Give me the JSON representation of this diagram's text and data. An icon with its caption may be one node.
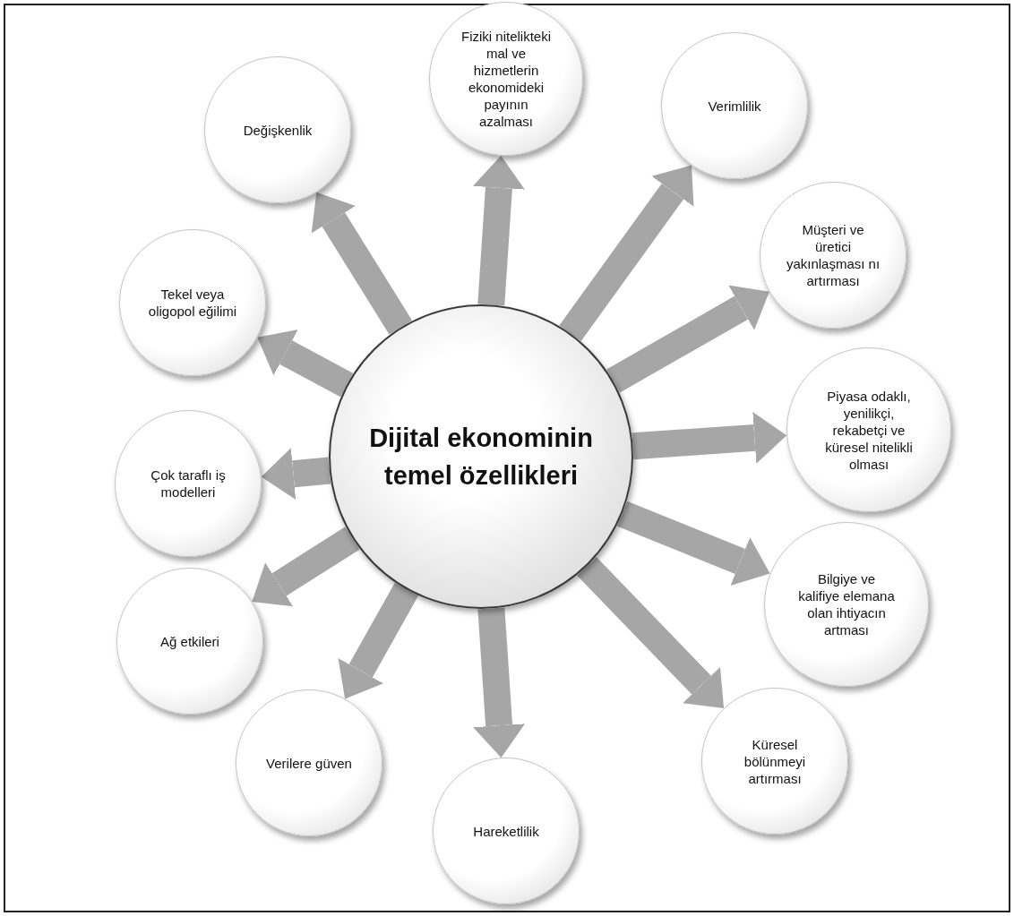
{
  "diagram": {
    "nodes": [
      {
        "text": [
          "Dijital ekonominin temel özellikleri"
        ]
      },
      {
        "text": [
          "Fiziki nitelikteki mal ve hizmetlerin ekonomideki payının azalması"
        ]
      },
      {
        "text": [
          "Verimlilik"
        ]
      },
      {
        "text": [
          "Müşteri ve üretici yakınlaşması nı artırması"
        ]
      },
      {
        "text": [
          "Piyasa odaklı, yenilikçi, rekabetçi ve küresel nitelikli olması"
        ]
      },
      {
        "text": [
          "Bilgiye ve kalifiye elemana olan ihtiyacın artması"
        ]
      },
      {
        "text": [
          "Küresel bölünmeyi artırması"
        ]
      },
      {
        "text": [
          "Hareketlilik"
        ]
      },
      {
        "text": [
          "Verilere güven"
        ]
      },
      {
        "text": [
          "Ağ etkileri"
        ]
      },
      {
        "text": [
          "Çok taraflı iş modelleri"
        ]
      },
      {
        "text": [
          "Tekel veya oligopol eğilimi"
        ]
      },
      {
        "text": [
          "Değişkenlik"
        ]
      }
    ],
    "edges": [
      {
        "from": 0,
        "to": 1,
        "arrow": "to"
      },
      {
        "from": 0,
        "to": 2,
        "arrow": "to"
      },
      {
        "from": 0,
        "to": 3,
        "arrow": "to"
      },
      {
        "from": 0,
        "to": 4,
        "arrow": "to"
      },
      {
        "from": 0,
        "to": 5,
        "arrow": "to"
      },
      {
        "from": 0,
        "to": 6,
        "arrow": "to"
      },
      {
        "from": 0,
        "to": 7,
        "arrow": "to"
      },
      {
        "from": 0,
        "to": 8,
        "arrow": "to"
      },
      {
        "from": 0,
        "to": 9,
        "arrow": "to"
      },
      {
        "from": 0,
        "to": 10,
        "arrow": "to"
      },
      {
        "from": 0,
        "to": 11,
        "arrow": "to"
      },
      {
        "from": 0,
        "to": 12,
        "arrow": "to"
      }
    ]
  }
}
